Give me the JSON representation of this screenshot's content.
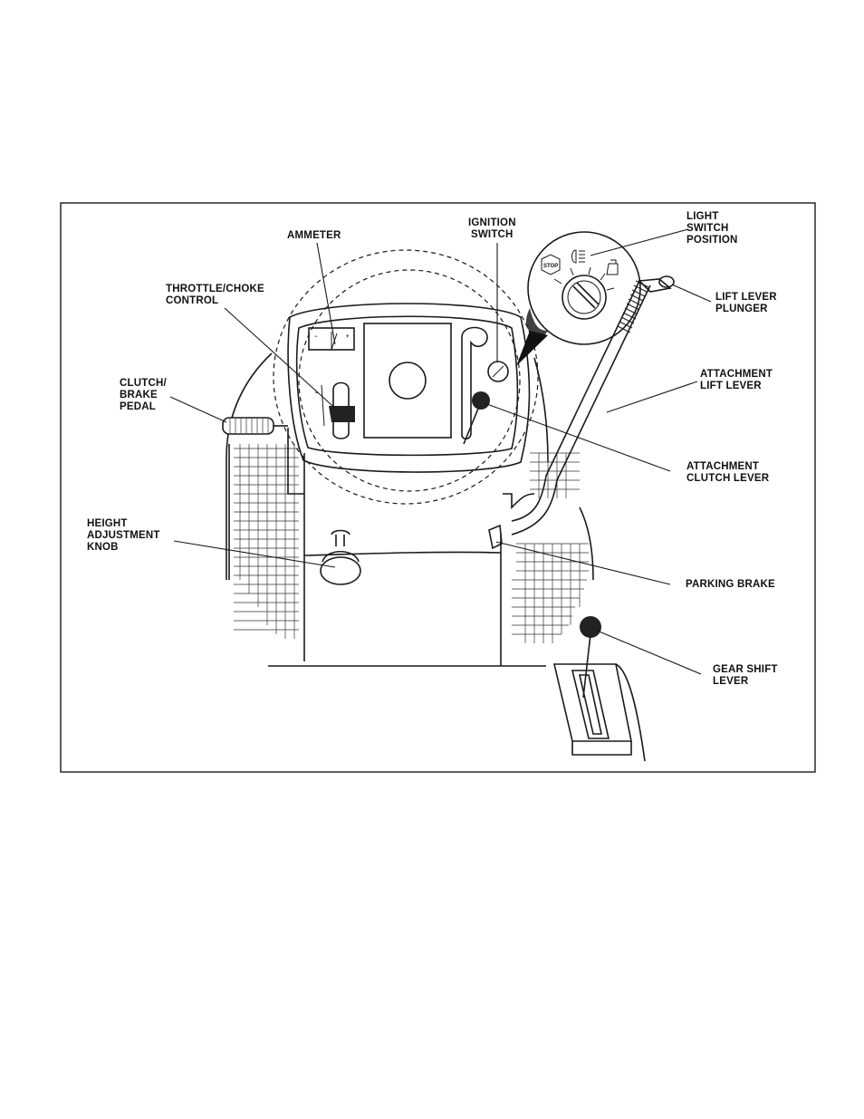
{
  "labels": {
    "ammeter": [
      "AMMETER"
    ],
    "ignition_switch": [
      "IGNITION",
      "SWITCH"
    ],
    "light_switch_position": [
      "LIGHT",
      "SWITCH",
      "POSITION"
    ],
    "throttle_choke_control": [
      "THROTTLE/CHOKE",
      "CONTROL"
    ],
    "lift_lever_plunger": [
      "LIFT LEVER",
      "PLUNGER"
    ],
    "attachment_lift_lever": [
      "ATTACHMENT",
      "LIFT LEVER"
    ],
    "clutch_brake_pedal": [
      "CLUTCH/",
      "BRAKE",
      "PEDAL"
    ],
    "attachment_clutch_lever": [
      "ATTACHMENT",
      "CLUTCH LEVER"
    ],
    "height_adjustment_knob": [
      "HEIGHT",
      "ADJUSTMENT",
      "KNOB"
    ],
    "parking_brake": [
      "PARKING BRAKE"
    ],
    "gear_shift_lever": [
      "GEAR SHIFT",
      "LEVER"
    ]
  },
  "switch_inset": {
    "stop_text": "STOP"
  },
  "colors": {
    "ink": "#1a1a1a",
    "background": "#ffffff"
  }
}
